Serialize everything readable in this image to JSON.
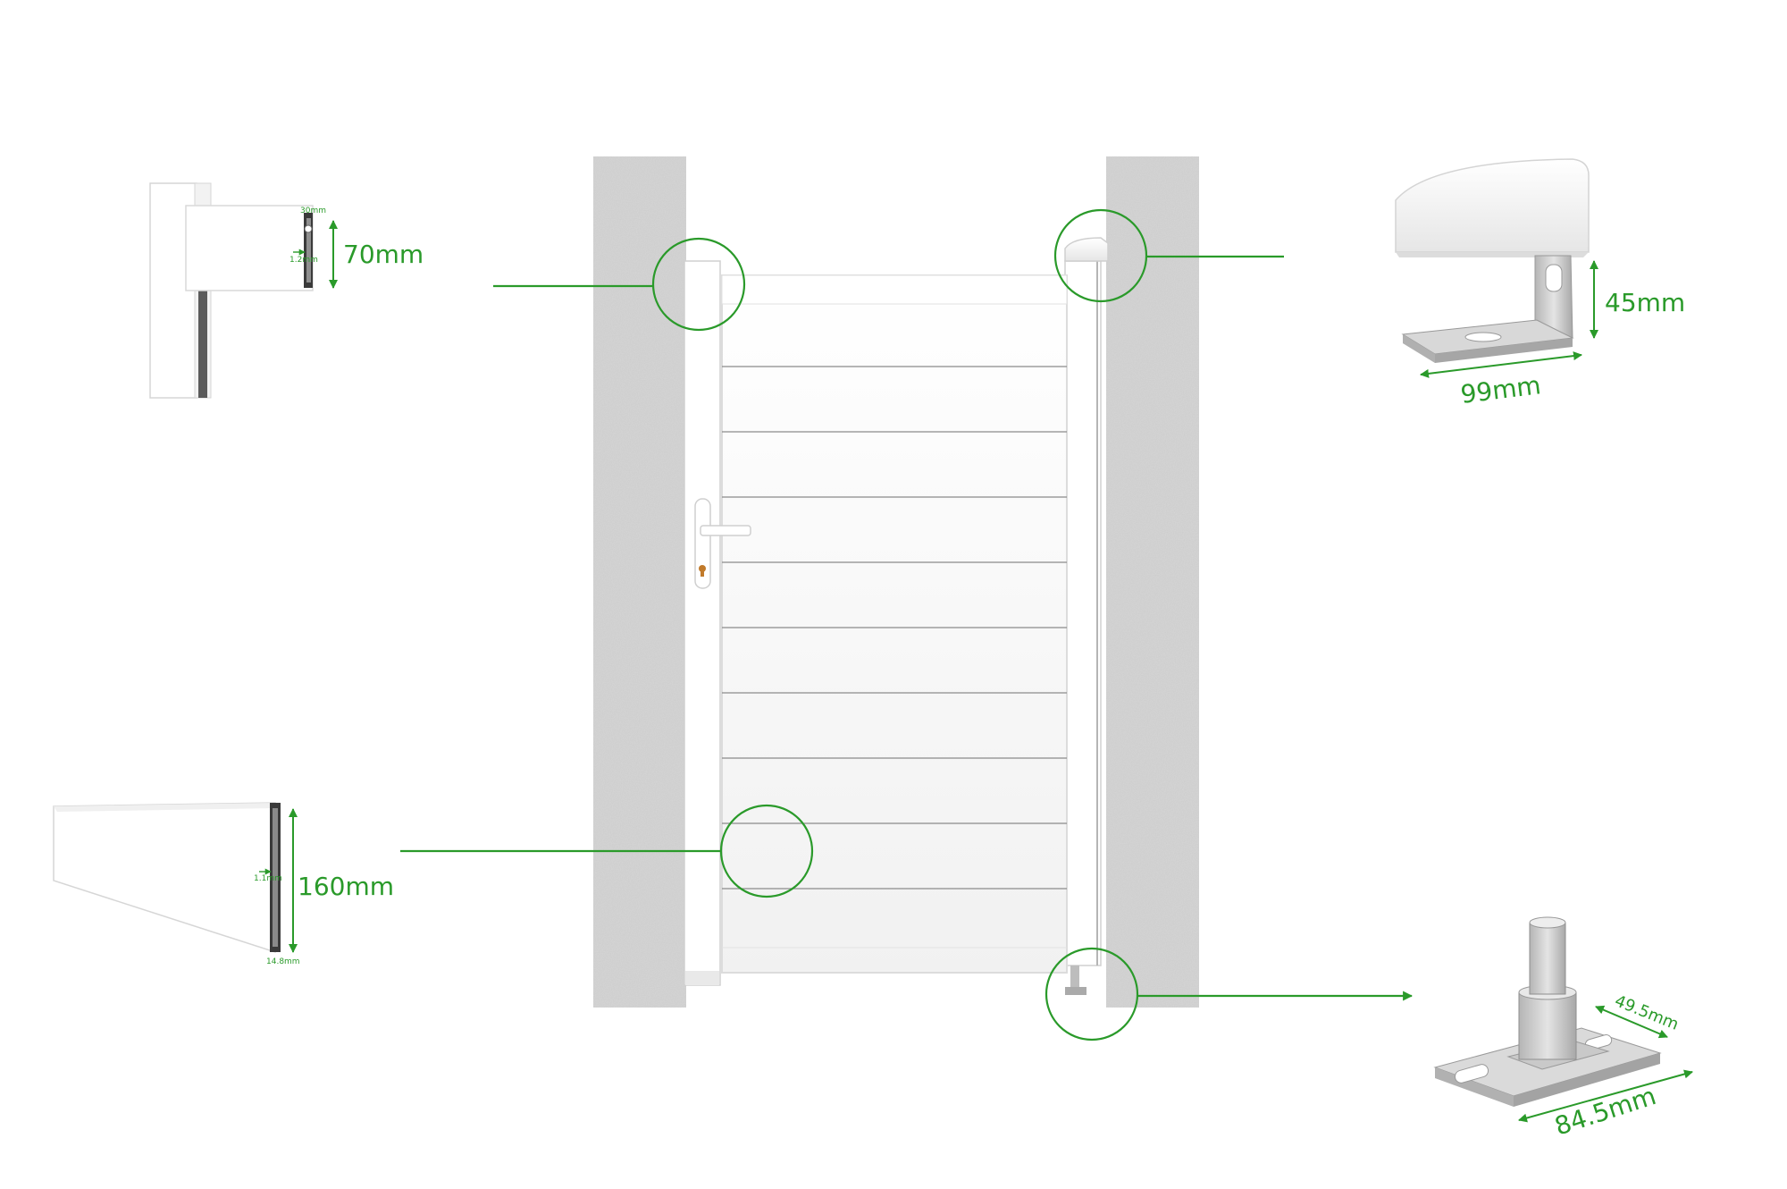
{
  "colors": {
    "accent": "#2a9a2a",
    "panel": "#ffffff",
    "groove": "#8a8a8a",
    "stone": "#cfcfcf",
    "metal": "#c8c8c8"
  },
  "dimensions": {
    "top_frame": {
      "height": "70mm",
      "width": "30mm",
      "thickness": "1.2mm"
    },
    "panel_profile": {
      "height": "160mm",
      "thickness": "1.1mm",
      "width": "14.8mm"
    },
    "top_hinge": {
      "height": "45mm",
      "width": "99mm"
    },
    "bottom_pivot": {
      "depth": "49.5mm",
      "width": "84.5mm"
    }
  }
}
